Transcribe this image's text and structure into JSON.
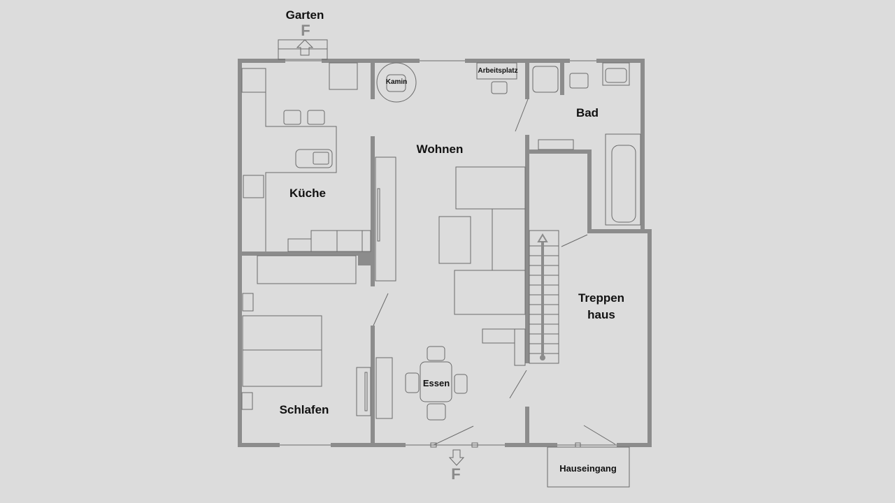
{
  "title": "Grundriss",
  "rooms": {
    "garten": "Garten",
    "wohnen": "Wohnen",
    "kueche": "Küche",
    "bad": "Bad",
    "schlafen": "Schlafen",
    "essen": "Essen",
    "treppenhaus": "Treppen\nhaus",
    "hauseingang": "Hauseingang",
    "kamin": "Kamin",
    "arbeitsplatz": "Arbeitsplatz"
  },
  "markers": {
    "top_f": "F",
    "bottom_f": "F"
  },
  "colors": {
    "background": "#dcdcdc",
    "wall": "#8c8c8c",
    "line": "#6a6a6a"
  }
}
